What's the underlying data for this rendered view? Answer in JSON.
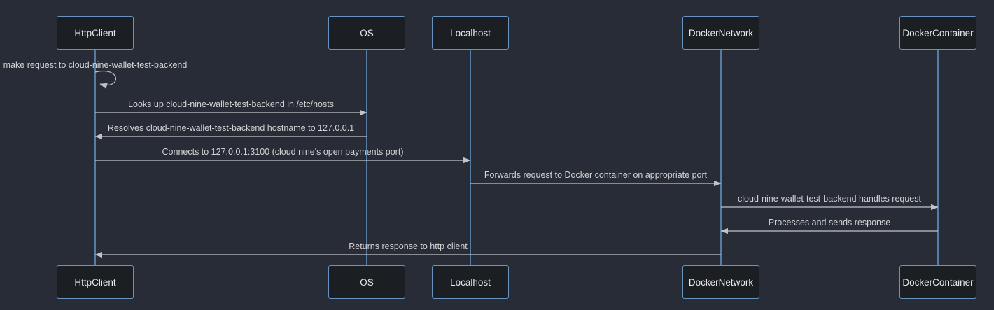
{
  "diagram": {
    "type": "sequence-diagram",
    "actors": [
      {
        "id": "httpclient",
        "label": "HttpClient"
      },
      {
        "id": "os",
        "label": "OS"
      },
      {
        "id": "localhost",
        "label": "Localhost"
      },
      {
        "id": "dockernetwork",
        "label": "DockerNetwork"
      },
      {
        "id": "dockercontainer",
        "label": "DockerContainer"
      }
    ],
    "messages": [
      {
        "from": "HttpClient",
        "to": "HttpClient",
        "kind": "self",
        "text": "make request to cloud-nine-wallet-test-backend"
      },
      {
        "from": "HttpClient",
        "to": "OS",
        "kind": "solid-arrow",
        "text": "Looks up cloud-nine-wallet-test-backend in /etc/hosts"
      },
      {
        "from": "OS",
        "to": "HttpClient",
        "kind": "solid-arrow",
        "text": "Resolves cloud-nine-wallet-test-backend hostname to 127.0.0.1"
      },
      {
        "from": "HttpClient",
        "to": "Localhost",
        "kind": "solid-arrow",
        "text": "Connects to 127.0.0.1:3100 (cloud nine's open payments port)"
      },
      {
        "from": "Localhost",
        "to": "DockerNetwork",
        "kind": "solid-arrow",
        "text": "Forwards request to Docker container on appropriate port"
      },
      {
        "from": "DockerNetwork",
        "to": "DockerContainer",
        "kind": "solid-arrow",
        "text": "cloud-nine-wallet-test-backend handles request"
      },
      {
        "from": "DockerContainer",
        "to": "DockerNetwork",
        "kind": "solid-arrow",
        "text": "Processes and sends response"
      },
      {
        "from": "DockerNetwork",
        "to": "HttpClient",
        "kind": "solid-arrow",
        "text": "Returns response to http client"
      }
    ],
    "colors": {
      "background": "#272c36",
      "actor_fill": "#1b1e23",
      "actor_border": "#6693c2",
      "lifeline": "#5e8ab8",
      "message_line": "#c2c4c8",
      "message_text": "#d4d4d4",
      "actor_text": "#e9e9e9"
    }
  }
}
